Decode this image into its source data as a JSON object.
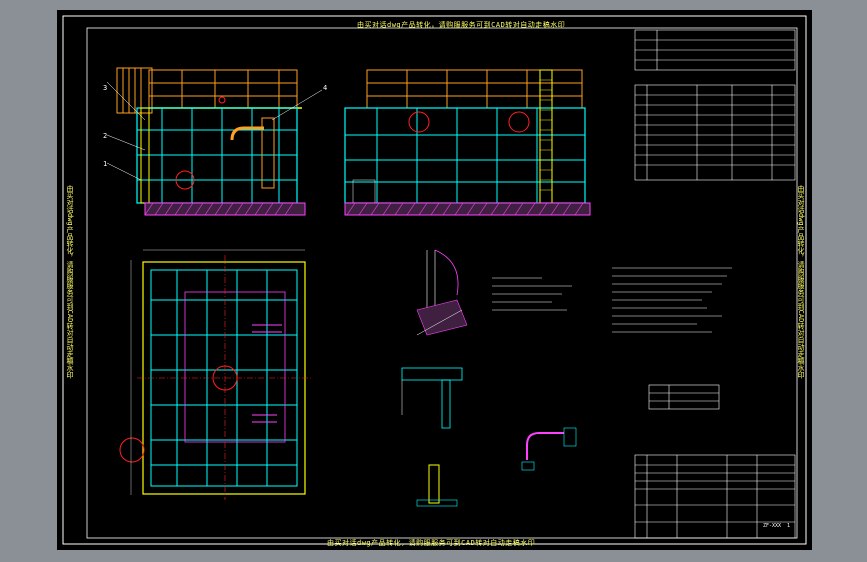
{
  "top_title": "由买对话dwg产品转化，请购服服务可到CAD转对自动走稿水印",
  "bottom_title": "由买对话dwg产品转化，请购服服务可到CAD转对自动走稿水印",
  "left_side_title": "由买对话dwg产品转化，请购服服务可到CAD转对自动走稿水印",
  "right_side_title": "由买对话dwg产品转化，请购服服务可到CAD转对自动走稿水印",
  "callouts": {
    "c1": "1",
    "c2": "2",
    "c3": "3",
    "c4": "4"
  },
  "title_block": {
    "drawing_no": "ZF-XXX",
    "sheet": "1"
  },
  "colors": {
    "sheet": "#000000",
    "frame": "#ffffff",
    "structure": "#00ffff",
    "grating": "#ffa020",
    "hatch": "#ff40ff",
    "ladder": "#ffff00",
    "nozzle": "#ff2020",
    "text": "#ffffff",
    "watermark": "#ffff66"
  }
}
